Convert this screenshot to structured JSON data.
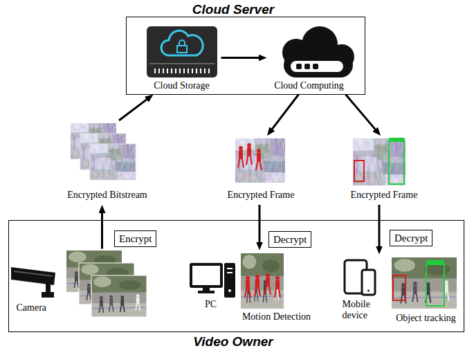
{
  "diagram": {
    "nodes": [
      {
        "text": [
          "Cloud Server"
        ]
      },
      {
        "text": [
          "Cloud Storage"
        ],
        "in": 0
      },
      {
        "text": [
          "Cloud Computing"
        ],
        "in": 0
      },
      {
        "text": [
          "Encrypted Bitstream"
        ]
      },
      {
        "text": [
          "Encrypted Frame"
        ]
      },
      {
        "text": [
          "Encrypted Frame"
        ]
      },
      {
        "text": [
          "Video Owner"
        ]
      },
      {
        "text": [
          "Camera"
        ],
        "in": 6
      },
      {
        "text": [
          "PC"
        ],
        "in": 6
      },
      {
        "text": [
          "Motion Detection"
        ],
        "in": 6
      },
      {
        "text": [
          "Mobile device"
        ],
        "in": 6
      },
      {
        "text": [
          "Object tracking"
        ],
        "in": 6
      }
    ],
    "edges": [
      {
        "from": 7,
        "to": 3,
        "label": "Encrypt",
        "arrow": "to"
      },
      {
        "from": 3,
        "to": 1,
        "arrow": "to"
      },
      {
        "from": 1,
        "to": 2,
        "arrow": "to"
      },
      {
        "from": 2,
        "to": 4,
        "arrow": "to"
      },
      {
        "from": 2,
        "to": 5,
        "arrow": "to"
      },
      {
        "from": 4,
        "to": 9,
        "label": "Decrypt",
        "arrow": "to"
      },
      {
        "from": 5,
        "to": 11,
        "label": "Decrypt",
        "arrow": "to"
      }
    ]
  }
}
